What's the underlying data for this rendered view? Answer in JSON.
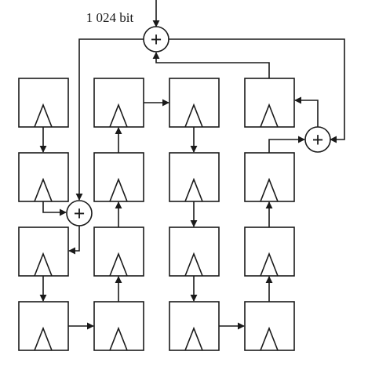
{
  "diagram": {
    "input_label": "1 024 bit",
    "adder_symbol": "+",
    "line_color": "#1a1a1a",
    "background": "#ffffff",
    "register_grid": {
      "rows": 4,
      "columns": 4
    },
    "adder_count": 3,
    "register_icon": "clock-edge-triangle-icon"
  }
}
